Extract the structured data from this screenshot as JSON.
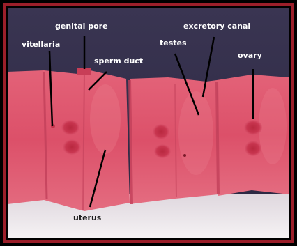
{
  "labels": {
    "genital_pore": "genital pore",
    "vitellaria": "vitellaria",
    "sperm_duct": "sperm duct",
    "testes": "testes",
    "excretory_canal": "excretory canal",
    "ovary": "ovary",
    "uterus": "uterus"
  },
  "colors": {
    "background_dark": "#2e2a45",
    "tissue_pink": "#e0566e",
    "tissue_light": "#eb7d8d",
    "bottom_white": "#f2eef0",
    "label_white": "#ffffff",
    "frame_red": "#9b1f2a",
    "frame_black": "#000000"
  }
}
